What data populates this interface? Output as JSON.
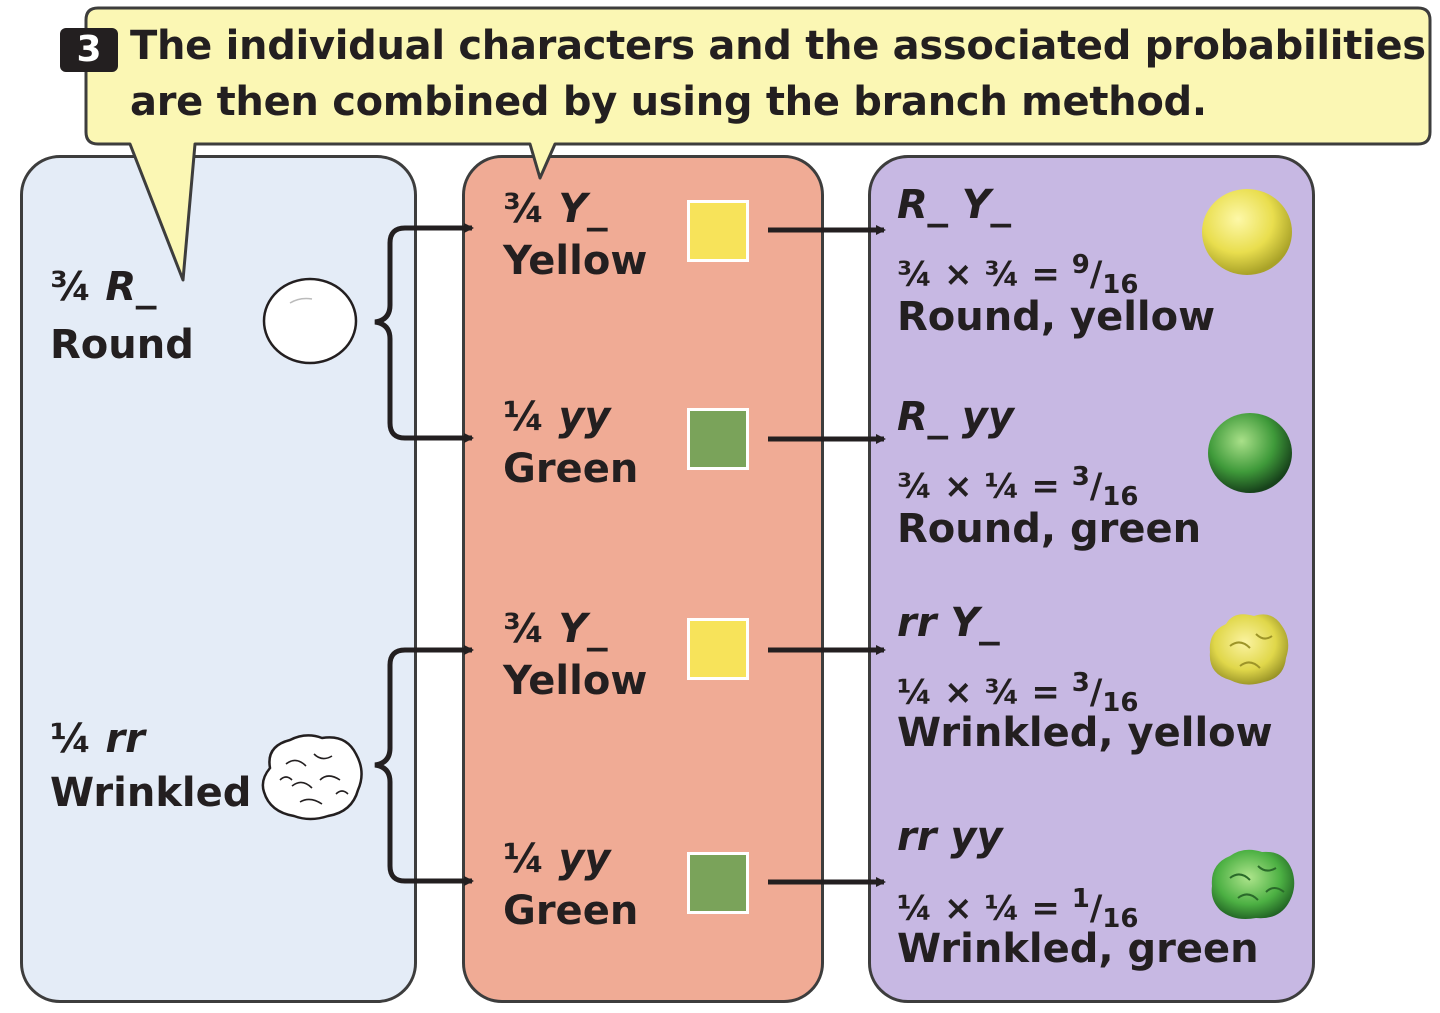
{
  "callout": {
    "step_number": "3",
    "line1": "The individual characters and the associated probabilities",
    "line2": "are then combined by using the branch method."
  },
  "colors": {
    "callout_fill": "#fbf7b4",
    "panel_left": "#e4ecf7",
    "panel_middle": "#f0ab95",
    "panel_right": "#c7b8e3",
    "yellow_swatch": "#f7e35a",
    "green_swatch": "#7aa35a"
  },
  "shape": {
    "round": {
      "probability": "¾",
      "genotype": "R_",
      "phenotype": "Round",
      "seed_icon": "round-seed-icon"
    },
    "wrinkled": {
      "probability": "¼",
      "genotype": "rr",
      "phenotype": "Wrinkled",
      "seed_icon": "wrinkled-seed-icon"
    }
  },
  "color_branches": [
    {
      "probability": "¾",
      "genotype": "Y_",
      "phenotype": "Yellow",
      "swatch": "yellow"
    },
    {
      "probability": "¼",
      "genotype": "yy",
      "phenotype": "Green",
      "swatch": "green"
    },
    {
      "probability": "¾",
      "genotype": "Y_",
      "phenotype": "Yellow",
      "swatch": "yellow"
    },
    {
      "probability": "¼",
      "genotype": "yy",
      "phenotype": "Green",
      "swatch": "green"
    }
  ],
  "outcomes": [
    {
      "genotype_shape": "R_",
      "genotype_color": "Y_",
      "calc": "¾ × ¾ =",
      "num": "9",
      "den": "16",
      "phenotype": "Round, yellow",
      "pea_icon": "round-yellow-pea-icon"
    },
    {
      "genotype_shape": "R_",
      "genotype_color": "yy",
      "calc": "¾ × ¼ =",
      "num": "3",
      "den": "16",
      "phenotype": "Round, green",
      "pea_icon": "round-green-pea-icon"
    },
    {
      "genotype_shape": "rr",
      "genotype_color": "Y_",
      "calc": "¼ × ¾ =",
      "num": "3",
      "den": "16",
      "phenotype": "Wrinkled, yellow",
      "pea_icon": "wrinkled-yellow-pea-icon"
    },
    {
      "genotype_shape": "rr",
      "genotype_color": "yy",
      "calc": "¼ × ¼ =",
      "num": "1",
      "den": "16",
      "phenotype": "Wrinkled, green",
      "pea_icon": "wrinkled-green-pea-icon"
    }
  ]
}
